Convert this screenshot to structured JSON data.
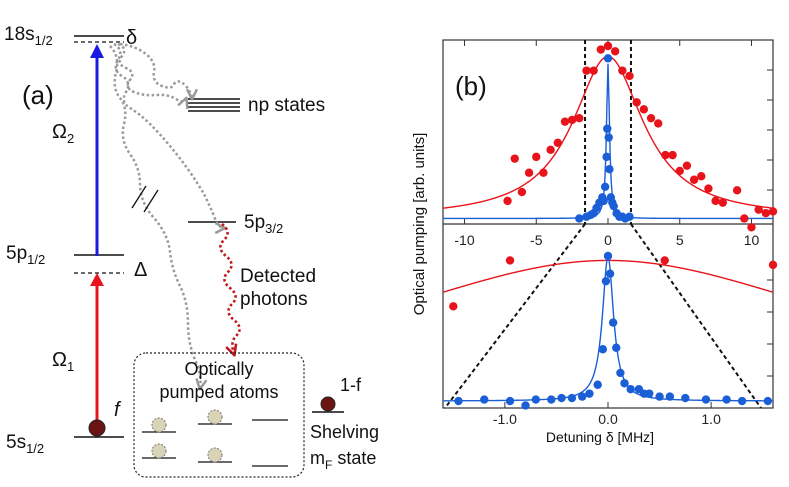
{
  "panel_a": {
    "panel_label": "(a)",
    "levels": {
      "s18": "18s",
      "s18_sub": "1/2",
      "np": "np states",
      "p12": "5p",
      "p12_sub": "1/2",
      "p32": "5p",
      "p32_sub": "3/2",
      "s5": "5s",
      "s5_sub": "1/2"
    },
    "detunings": {
      "delta": "δ",
      "Delta": "Δ"
    },
    "rabi": {
      "omega2": "Ω",
      "omega2_sub": "2",
      "omega1": "Ω",
      "omega1_sub": "1"
    },
    "fraction_f": "f",
    "fraction_1f": "1-f",
    "detected_line1": "Detected",
    "detected_line2": "photons",
    "box_line1": "Optically",
    "box_line2": "pumped atoms",
    "shelving_line1": "Shelving",
    "shelving_m": "m",
    "shelving_sub": "F",
    "shelving_state": " state",
    "colors": {
      "omega1": "#e8141b",
      "omega2": "#1a1ae0",
      "decay": "#9a9a9a",
      "detected": "#c0171d",
      "atom": "#6b1414",
      "pumped_atom": "#d9d3b8"
    }
  },
  "panel_b": {
    "panel_label": "(b)",
    "ylabel": "Optical pumping [arb. units]",
    "xlabel": "Detuning δ [MHz]",
    "colors": {
      "red": "#e8141b",
      "blue": "#1a5fd6"
    }
  },
  "chart_data": [
    {
      "type": "scatter",
      "panel": "b-top",
      "xlim": [
        -11.5,
        11.5
      ],
      "x_ticks": [
        -10,
        -5,
        0,
        5,
        10
      ],
      "x_tick_labels": [
        "-10",
        "-5",
        "0",
        "5",
        "10"
      ],
      "series": [
        {
          "color": "red",
          "points": [
            [
              -7,
              0.12
            ],
            [
              -6.5,
              0.36
            ],
            [
              -6,
              0.17
            ],
            [
              -5.5,
              0.28
            ],
            [
              -5,
              0.37
            ],
            [
              -4.5,
              0.28
            ],
            [
              -4,
              0.41
            ],
            [
              -3.5,
              0.45
            ],
            [
              -3,
              0.57
            ],
            [
              -2.5,
              0.58
            ],
            [
              -2,
              0.59
            ],
            [
              -1.5,
              0.86
            ],
            [
              -1,
              0.86
            ],
            [
              -0.5,
              0.98
            ],
            [
              0,
              1.0
            ],
            [
              0.5,
              0.97
            ],
            [
              1,
              0.86
            ],
            [
              1.5,
              0.83
            ],
            [
              2,
              0.68
            ],
            [
              2.5,
              0.64
            ],
            [
              3,
              0.59
            ],
            [
              3.5,
              0.56
            ],
            [
              4,
              0.38
            ],
            [
              4.5,
              0.38
            ],
            [
              5,
              0.29
            ],
            [
              5.5,
              0.32
            ],
            [
              6,
              0.24
            ],
            [
              6.5,
              0.26
            ],
            [
              7,
              0.19
            ],
            [
              7.5,
              0.12
            ],
            [
              8,
              0.11
            ],
            [
              9,
              0.18
            ],
            [
              9.5,
              0.02
            ],
            [
              10.5,
              0.07
            ],
            [
              11,
              0.05
            ],
            [
              11.5,
              0.06
            ],
            [
              10,
              -0.03
            ]
          ]
        },
        {
          "color": "blue",
          "points": [
            [
              -1.5,
              0.03
            ],
            [
              -1.2,
              0.04
            ],
            [
              -1.0,
              0.05
            ],
            [
              -0.8,
              0.08
            ],
            [
              -0.6,
              0.11
            ],
            [
              -0.4,
              0.14
            ],
            [
              -0.3,
              0.12
            ],
            [
              -0.2,
              0.2
            ],
            [
              -0.1,
              0.37
            ],
            [
              -0.05,
              0.53
            ],
            [
              0,
              0.93
            ],
            [
              0.05,
              0.48
            ],
            [
              0.1,
              0.3
            ],
            [
              0.2,
              0.14
            ],
            [
              0.3,
              0.11
            ],
            [
              0.4,
              0.09
            ],
            [
              0.6,
              0.05
            ],
            [
              0.8,
              0.03
            ],
            [
              1.0,
              0.03
            ],
            [
              1.2,
              0.02
            ],
            [
              1.5,
              0.03
            ],
            [
              -2,
              0.02
            ]
          ]
        }
      ],
      "fits": [
        {
          "color": "red",
          "model": "lorentzian",
          "center": 0,
          "fwhm": 6.0,
          "amplitude": 0.92,
          "offset": 0.02
        },
        {
          "color": "blue",
          "model": "lorentzian",
          "center": 0,
          "fwhm": 0.25,
          "amplitude": 0.88,
          "offset": 0.02
        }
      ],
      "dashed_window": [
        -1.6,
        1.6
      ]
    },
    {
      "type": "scatter",
      "panel": "b-bottom",
      "xlim": [
        -1.6,
        1.6
      ],
      "x_ticks": [
        -1.0,
        0.0,
        1.0
      ],
      "x_tick_labels": [
        "-1.0",
        "0.0",
        "1.0"
      ],
      "series": [
        {
          "color": "red",
          "points": [
            [
              -1.5,
              0.66
            ],
            [
              -0.95,
              0.97
            ],
            [
              0.55,
              0.97
            ],
            [
              1.6,
              0.94
            ]
          ]
        },
        {
          "color": "blue",
          "points": [
            [
              -1.45,
              0.02
            ],
            [
              -1.2,
              0.03
            ],
            [
              -0.95,
              0.02
            ],
            [
              -0.8,
              -0.01
            ],
            [
              -0.7,
              0.03
            ],
            [
              -0.55,
              0.03
            ],
            [
              -0.45,
              0.04
            ],
            [
              -0.35,
              0.04
            ],
            [
              -0.25,
              0.05
            ],
            [
              -0.18,
              0.07
            ],
            [
              -0.1,
              0.13
            ],
            [
              -0.05,
              0.37
            ],
            [
              -0.02,
              0.83
            ],
            [
              0,
              1.0
            ],
            [
              0.02,
              0.88
            ],
            [
              0.05,
              0.55
            ],
            [
              0.08,
              0.38
            ],
            [
              0.12,
              0.21
            ],
            [
              0.16,
              0.14
            ],
            [
              0.22,
              0.1
            ],
            [
              0.3,
              0.1
            ],
            [
              0.35,
              0.07
            ],
            [
              0.4,
              0.07
            ],
            [
              0.5,
              0.05
            ],
            [
              0.6,
              0.05
            ],
            [
              0.75,
              0.04
            ],
            [
              0.95,
              0.03
            ],
            [
              1.15,
              0.03
            ],
            [
              1.3,
              0.02
            ],
            [
              1.55,
              0.02
            ]
          ]
        }
      ],
      "fits": [
        {
          "color": "red",
          "model": "lorentzian",
          "center": 0,
          "fwhm": 6.0,
          "amplitude": 0.97,
          "offset": 0.0
        },
        {
          "color": "blue",
          "model": "lorentzian",
          "center": 0,
          "fwhm": 0.13,
          "amplitude": 0.98,
          "offset": 0.02
        }
      ]
    }
  ]
}
